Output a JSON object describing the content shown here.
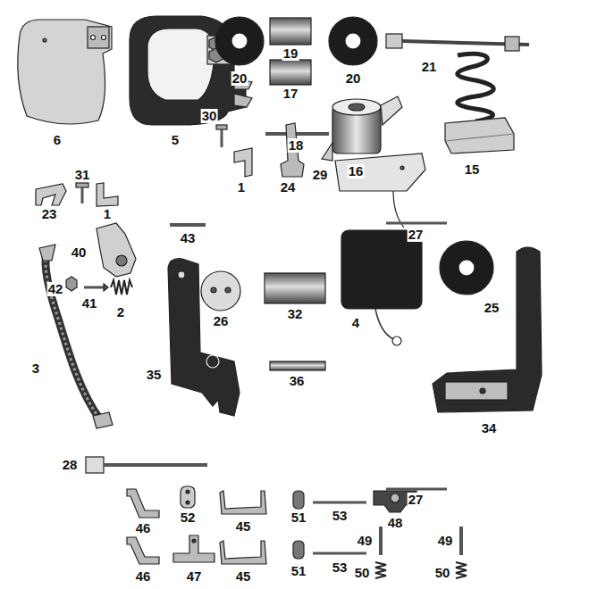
{
  "diagram": {
    "labels": [
      "6",
      "5",
      "20",
      "19",
      "20",
      "17",
      "21",
      "30",
      "18",
      "16",
      "15",
      "1",
      "24",
      "29",
      "31",
      "23",
      "1",
      "40",
      "43",
      "27",
      "42",
      "41",
      "2",
      "26",
      "32",
      "4",
      "25",
      "3",
      "35",
      "36",
      "34",
      "28",
      "27",
      "46",
      "52",
      "45",
      "51",
      "53",
      "48",
      "49",
      "49",
      "46",
      "47",
      "45",
      "51",
      "53",
      "50",
      "50"
    ]
  }
}
